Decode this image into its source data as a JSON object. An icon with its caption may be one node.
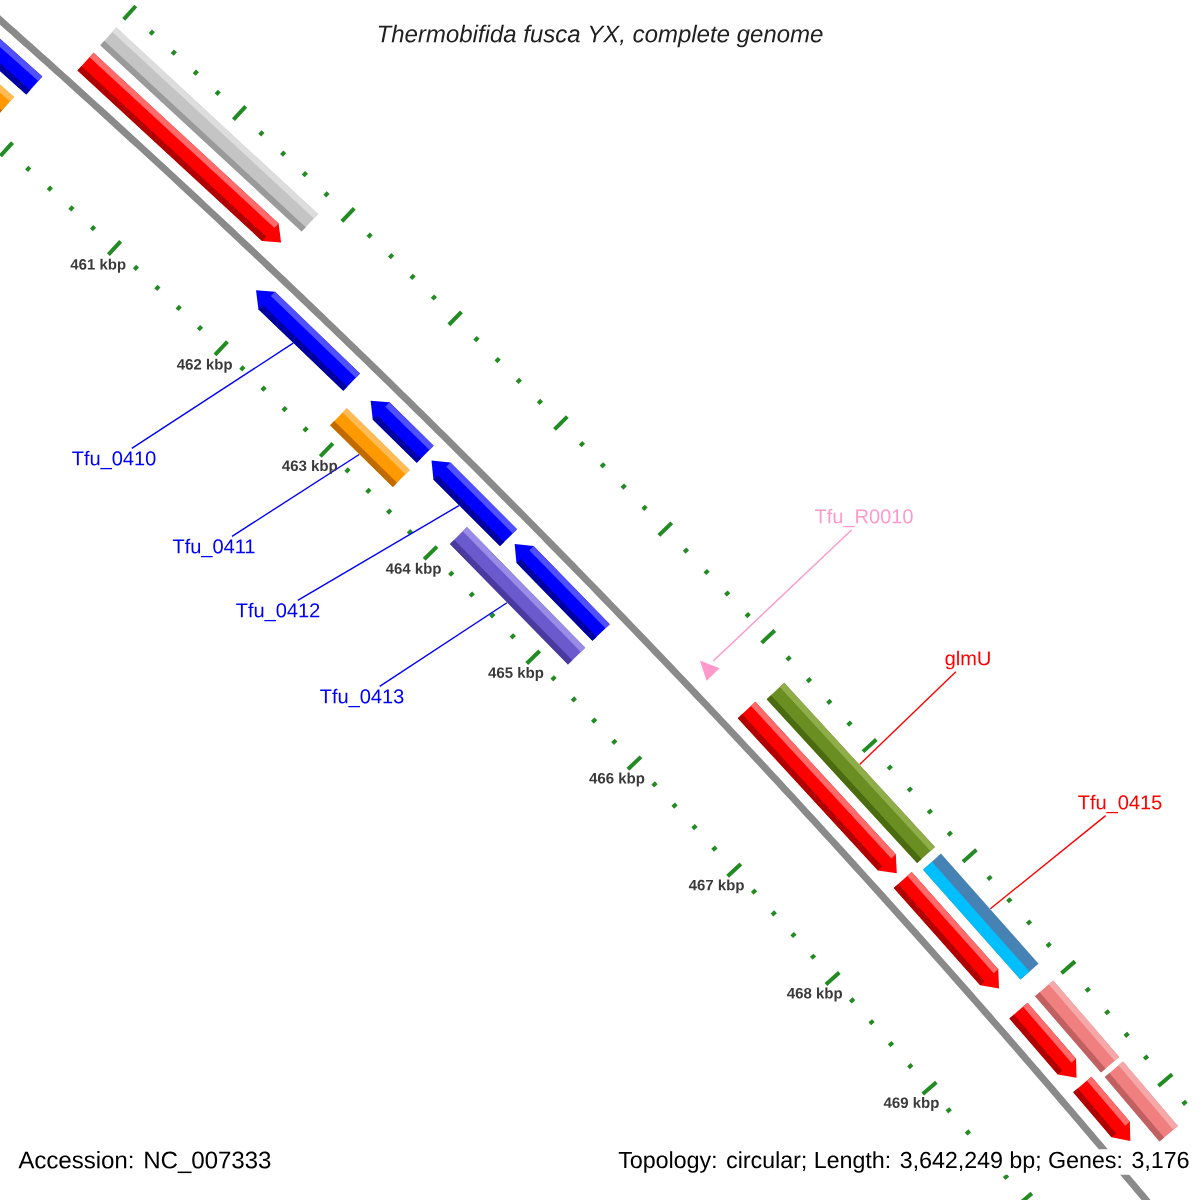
{
  "diagram": {
    "title": "Thermobifida fusca YX, complete genome",
    "nodes": [
      {
        "text": [
          "Tfu_0410"
        ]
      },
      {
        "text": [
          "Tfu_0411"
        ]
      },
      {
        "text": [
          "Tfu_0412"
        ]
      },
      {
        "text": [
          "Tfu_0413"
        ]
      },
      {
        "text": [
          "Tfu_R0010"
        ]
      },
      {
        "text": [
          "glmU"
        ]
      },
      {
        "text": [
          "Tfu_0415"
        ]
      },
      {
        "text": [],
        "shape": "arrow"
      },
      {
        "text": [],
        "shape": "bar"
      },
      {
        "text": [],
        "shape": "bar"
      },
      {
        "text": [],
        "shape": "arrow"
      },
      {
        "text": [],
        "shape": "arrow"
      },
      {
        "text": [],
        "shape": "bar"
      },
      {
        "text": [],
        "shape": "arrow"
      },
      {
        "text": [],
        "shape": "arrow"
      },
      {
        "text": [],
        "shape": "arrow"
      },
      {
        "text": [],
        "shape": "bar"
      },
      {
        "text": [],
        "shape": "triangle"
      },
      {
        "text": [],
        "shape": "bar"
      },
      {
        "text": [],
        "shape": "arrow"
      },
      {
        "text": [],
        "shape": "bar"
      },
      {
        "text": [],
        "shape": "arrow"
      },
      {
        "text": [],
        "shape": "bar"
      },
      {
        "text": [],
        "shape": "arrow"
      },
      {
        "text": [],
        "shape": "bar"
      },
      {
        "text": [],
        "shape": "arrow"
      }
    ],
    "edges": [
      {
        "from": 0,
        "to": 11,
        "arrow": "none"
      },
      {
        "from": 1,
        "to": 12,
        "arrow": "none"
      },
      {
        "from": 2,
        "to": 14,
        "arrow": "none"
      },
      {
        "from": 3,
        "to": 16,
        "arrow": "none"
      },
      {
        "from": 4,
        "to": 17,
        "arrow": "none",
        "color": "#ff99cc"
      },
      {
        "from": 5,
        "to": 18,
        "arrow": "none",
        "color": "#ff0000"
      },
      {
        "from": 6,
        "to": 20,
        "arrow": "none",
        "color": "#ff0000"
      }
    ],
    "labels": [
      "461 kbp",
      "462 kbp",
      "463 kbp",
      "464 kbp",
      "465 kbp",
      "466 kbp",
      "467 kbp",
      "468 kbp",
      "469 kbp",
      "Accession: NC_007333",
      "Topology: circular; Length: 3,642,249 bp; Genes: 3,176"
    ]
  }
}
